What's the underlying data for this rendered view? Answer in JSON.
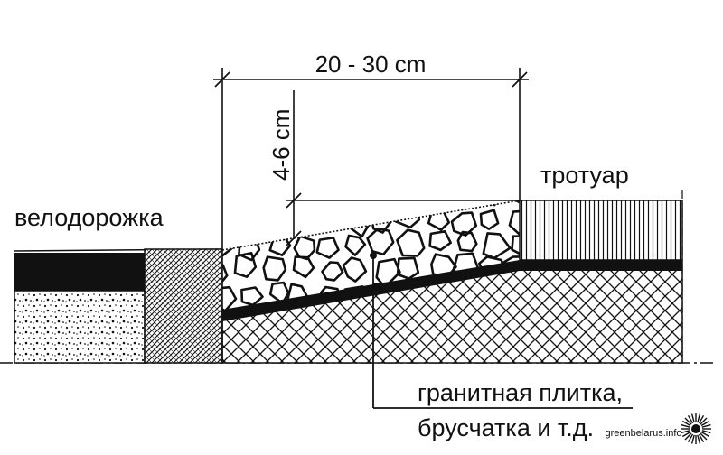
{
  "labels": {
    "width_dim": "20 - 30 cm",
    "height_dim": "4-6 cm",
    "bike_path": "велодорожка",
    "sidewalk": "тротуар",
    "material_line1": "гранитная плитка,",
    "material_line2": "брусчатка и т.д."
  },
  "watermark": {
    "site": "greenbelarus.info"
  }
}
